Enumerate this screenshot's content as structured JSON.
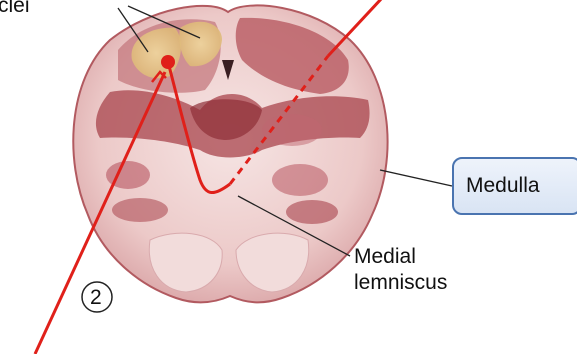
{
  "labels": {
    "nuclei_fragment": "clei",
    "medial_line1": "Medial",
    "medial_line2": "lemniscus",
    "medulla": "Medulla",
    "step_number": "2"
  },
  "colors": {
    "pathway": "#e0201a",
    "tissue_dark": "#a8444c",
    "tissue_mid": "#c97a7f",
    "tissue_light": "#efd3d2",
    "nucleus_yellow": "#e8c983",
    "leader": "#222222",
    "box_border": "#4a74b0"
  }
}
